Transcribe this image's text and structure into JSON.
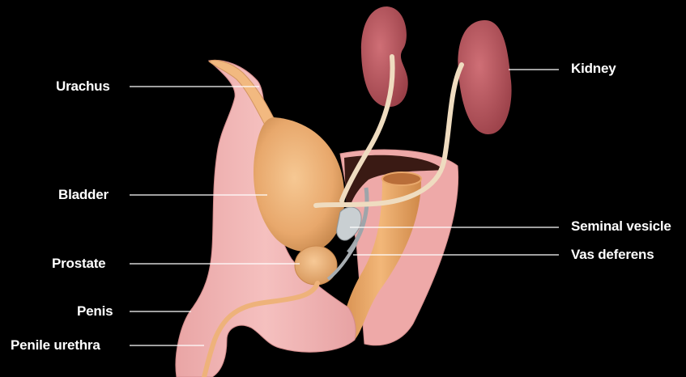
{
  "labels": {
    "urachus": "Urachus",
    "bladder": "Bladder",
    "prostate": "Prostate",
    "penis": "Penis",
    "penile_urethra": "Penile urethra",
    "kidney": "Kidney",
    "seminal_vesicle": "Seminal vesicle",
    "vas_deferens": "Vas deferens"
  },
  "colors": {
    "background": "#000000",
    "body_tissue": "#f0b4b4",
    "body_tissue_edge": "#d98f90",
    "bladder": "#eeb27a",
    "kidney": "#b95a62",
    "ureter": "#efdcc0",
    "label_text": "#ffffff",
    "leader_line": "#ffffff"
  }
}
